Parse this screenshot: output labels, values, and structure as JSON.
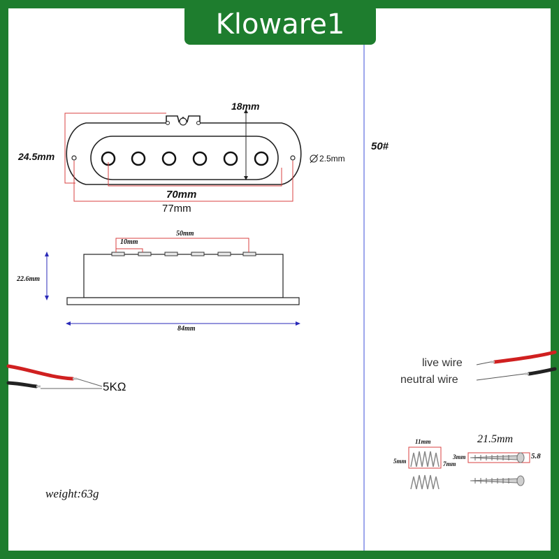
{
  "brand": {
    "name": "Kloware1",
    "frame_color": "#1e7d2e"
  },
  "pickup_top_view": {
    "height_label": "18mm",
    "width_label": "24.5mm",
    "hole_label": "2.5mm",
    "pole_spacing_label": "70mm",
    "length_label": "77mm"
  },
  "pickup_side_view": {
    "pole_span_label": "50mm",
    "pole_gap_label": "10mm",
    "height_label": "22.6mm",
    "base_length_label": "84mm"
  },
  "resistance_label": "5KΩ",
  "weight_label": "weight:63g",
  "model_label": "50#",
  "wires": {
    "live_label": "live wire",
    "neutral_label": "neutral wire"
  },
  "hardware": {
    "spring_length_label": "11mm",
    "spring_width_label": "5mm",
    "spring_height_label": "7mm",
    "screw_length_label": "21.5mm",
    "screw_head_label": "3mm",
    "screw_end_label": "5.8"
  }
}
